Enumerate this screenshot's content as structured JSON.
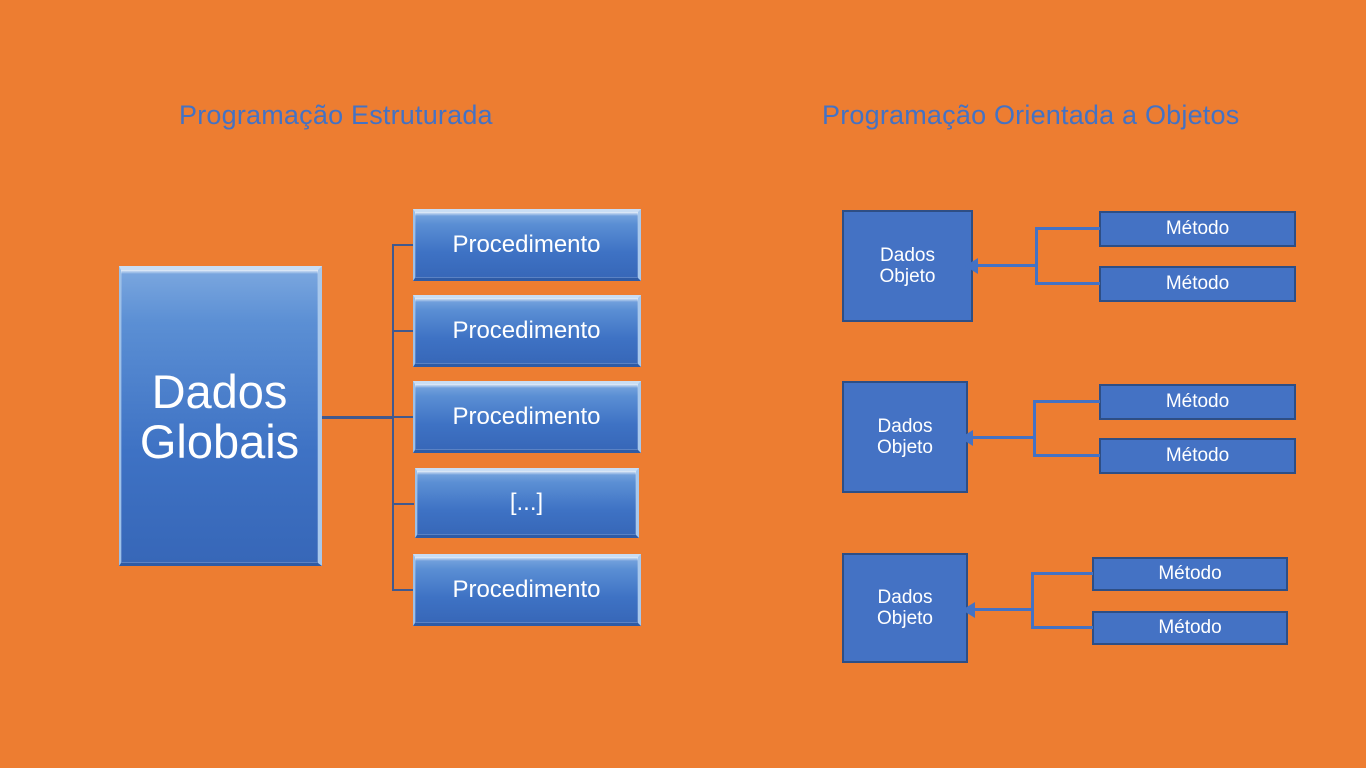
{
  "slide": {
    "background_color": "#ED7D31",
    "accent_blue": "#4472C4",
    "box_border_color": "#2E4E85",
    "text_color": "#FFFFFF"
  },
  "columns": {
    "structured": {
      "title": "Programação Estruturada",
      "root_box": {
        "line1": "Dados",
        "line2": "Globais"
      },
      "procedures": [
        {
          "label": "Procedimento"
        },
        {
          "label": "Procedimento"
        },
        {
          "label": "Procedimento"
        },
        {
          "label": "[...]"
        },
        {
          "label": "Procedimento"
        }
      ]
    },
    "oop": {
      "title": "Programação Orientada a Objetos",
      "objects": [
        {
          "data_line1": "Dados",
          "data_line2": "Objeto",
          "methods": [
            {
              "label": "Método"
            },
            {
              "label": "Método"
            }
          ]
        },
        {
          "data_line1": "Dados",
          "data_line2": "Objeto",
          "methods": [
            {
              "label": "Método"
            },
            {
              "label": "Método"
            }
          ]
        },
        {
          "data_line1": "Dados",
          "data_line2": "Objeto",
          "methods": [
            {
              "label": "Método"
            },
            {
              "label": "Método"
            }
          ]
        }
      ]
    }
  }
}
